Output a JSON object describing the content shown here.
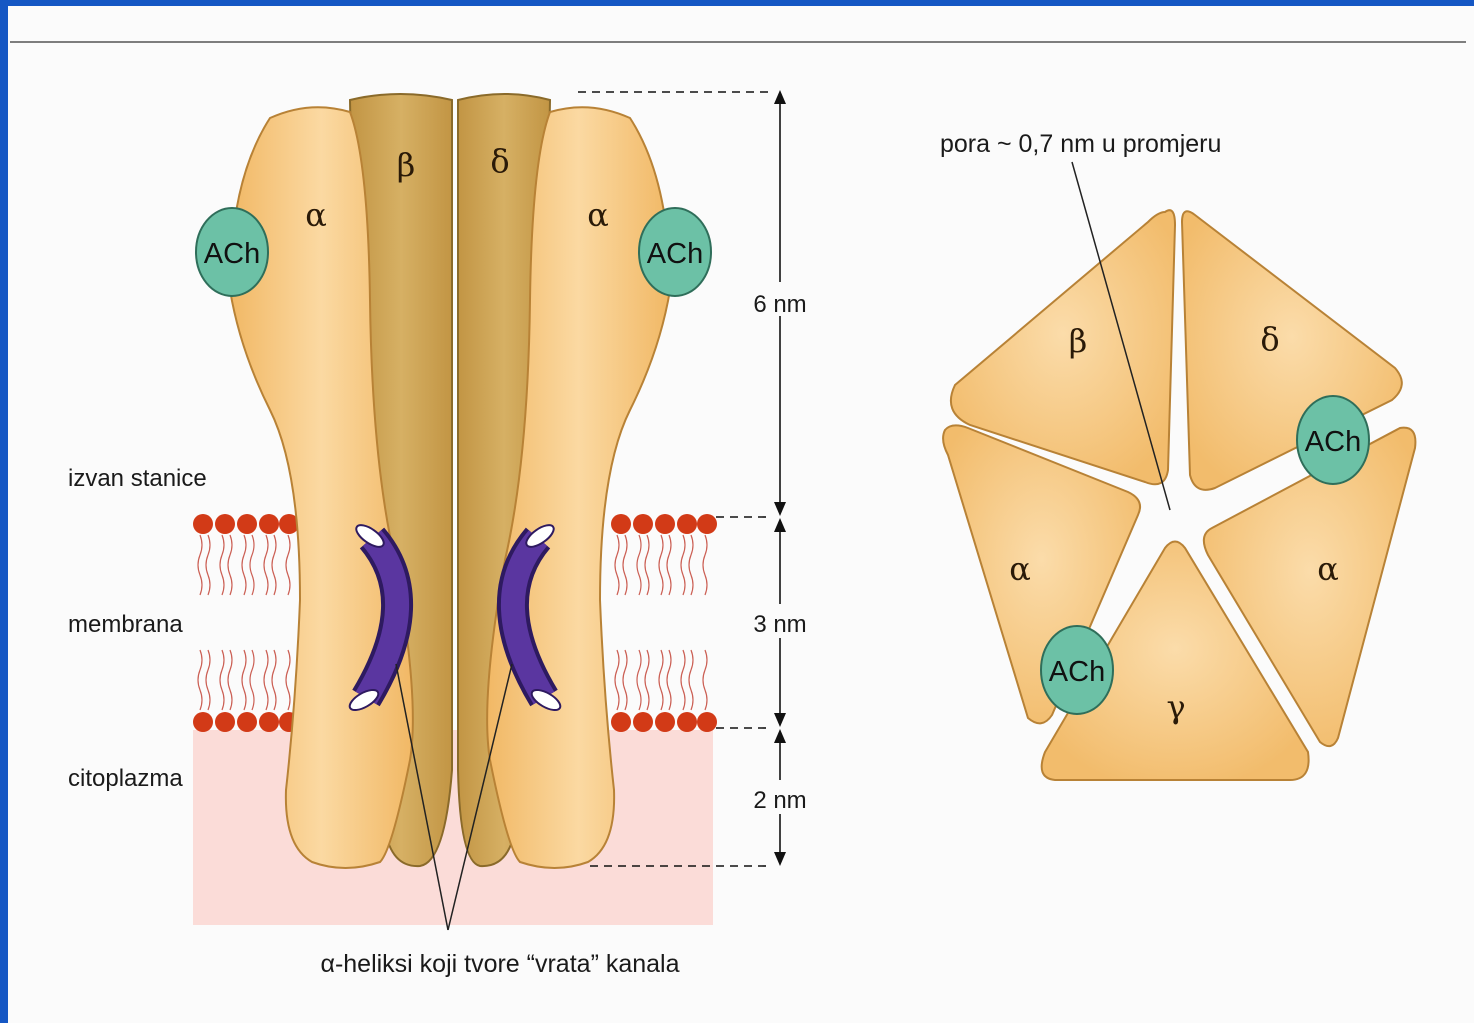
{
  "receptor_side_view": {
    "subunits": {
      "alpha_left": "α",
      "beta": "β",
      "delta": "δ",
      "alpha_right": "α"
    },
    "binding_site_label": "ACh",
    "regions": {
      "outside": "izvan stanice",
      "membrane": "membrana",
      "cytoplasm": "citoplazma"
    },
    "dimensions": {
      "top": "6 nm",
      "middle": "3 nm",
      "bottom": "2 nm"
    },
    "helix_caption": "α-heliksi koji tvore “vrata” kanala"
  },
  "receptor_top_view": {
    "pore_label": "pora ~ 0,7 nm u promjeru",
    "subunits": {
      "beta": "β",
      "delta": "δ",
      "alpha_left": "α",
      "alpha_right": "α",
      "gamma": "γ"
    },
    "binding_site_label": "ACh"
  },
  "colors": {
    "subunit_fill": "#f3c27a",
    "inner_subunit_fill": "#c9a04a",
    "ach_fill": "#6cc1a6",
    "lipid_head": "#d23a17",
    "helix": "#4b2d8c",
    "cytoplasm_tint": "#fbd2cc",
    "slide_background": "#1557c4"
  }
}
